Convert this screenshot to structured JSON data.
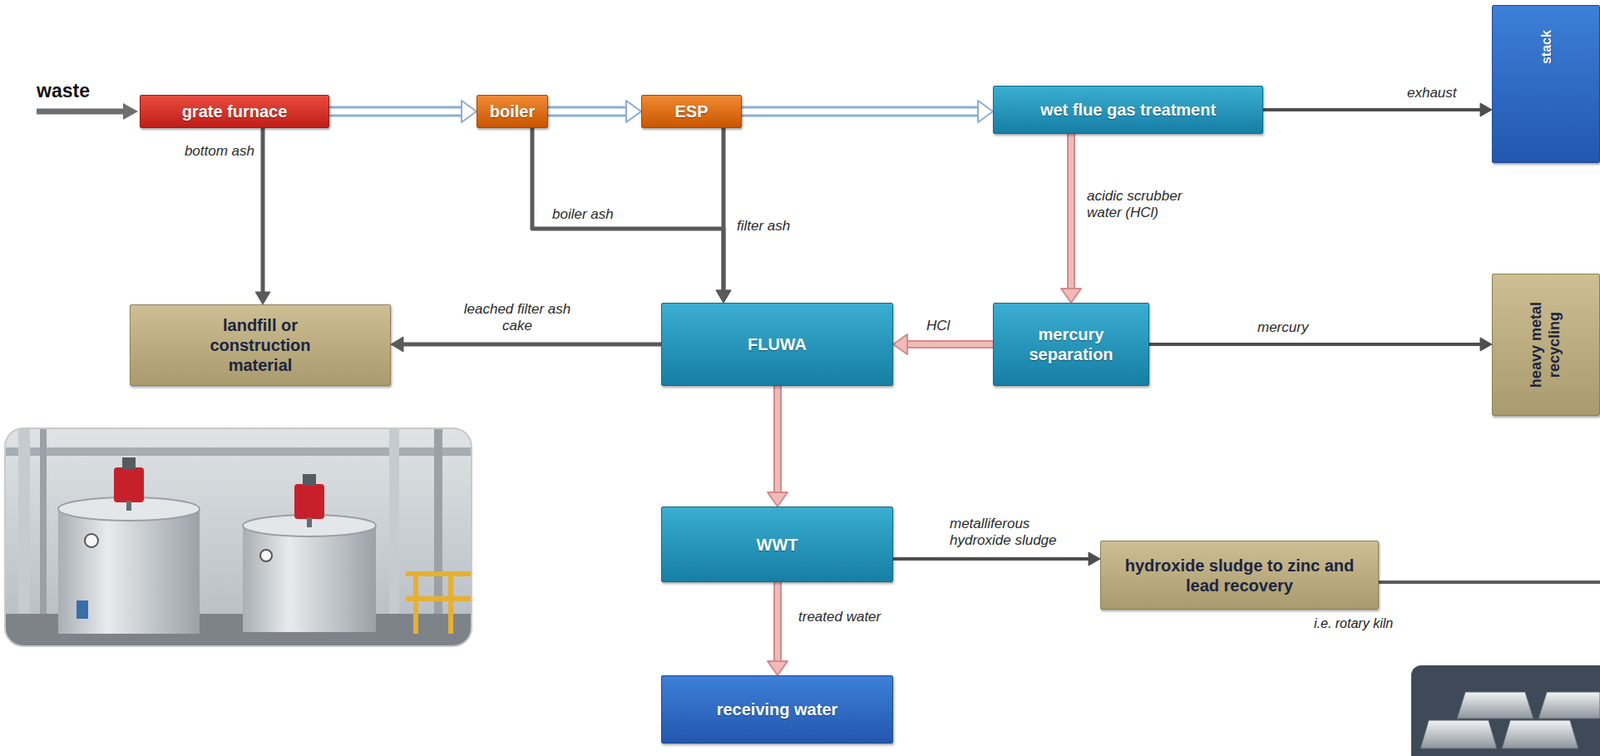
{
  "diagram": {
    "nodes": [
      {
        "text": [
          "grate furnace"
        ]
      },
      {
        "text": [
          "boiler"
        ]
      },
      {
        "text": [
          "ESP"
        ]
      },
      {
        "text": [
          "wet flue gas treatment"
        ]
      },
      {
        "text": [
          "stack"
        ]
      },
      {
        "text": [
          "landfill or construction material"
        ]
      },
      {
        "text": [
          "FLUWA"
        ]
      },
      {
        "text": [
          "mercury separation"
        ]
      },
      {
        "text": [
          "heavy metal recycling"
        ]
      },
      {
        "text": [
          "WWT"
        ]
      },
      {
        "text": [
          "hydroxide sludge to zinc and lead recovery"
        ]
      },
      {
        "text": [
          "receiving water"
        ]
      }
    ],
    "edges": [
      {
        "from": 0,
        "to": 1,
        "arrow": "to"
      },
      {
        "from": 1,
        "to": 2,
        "arrow": "to"
      },
      {
        "from": 2,
        "to": 3,
        "arrow": "to"
      },
      {
        "from": 3,
        "to": 4,
        "label": "exhaust",
        "arrow": "to"
      },
      {
        "from": 0,
        "to": 5,
        "label": "bottom ash",
        "arrow": "to"
      },
      {
        "from": 1,
        "to": 6,
        "label": "boiler ash",
        "arrow": "to"
      },
      {
        "from": 2,
        "to": 6,
        "label": "filter ash",
        "arrow": "to"
      },
      {
        "from": 3,
        "to": 7,
        "label": "acidic scrubber water (HCl)",
        "arrow": "to"
      },
      {
        "from": 7,
        "to": 6,
        "label": "HCl",
        "arrow": "to"
      },
      {
        "from": 7,
        "to": 8,
        "label": "mercury",
        "arrow": "to"
      },
      {
        "from": 6,
        "to": 5,
        "label": "leached filter ash cake",
        "arrow": "to"
      },
      {
        "from": 6,
        "to": 9,
        "arrow": "to"
      },
      {
        "from": 9,
        "to": 10,
        "label": "metalliferous hydroxide sludge",
        "arrow": "to"
      },
      {
        "from": 9,
        "to": 11,
        "label": "treated water",
        "arrow": "to"
      }
    ],
    "labels": [
      "waste",
      "i.e. rotary kiln"
    ]
  }
}
